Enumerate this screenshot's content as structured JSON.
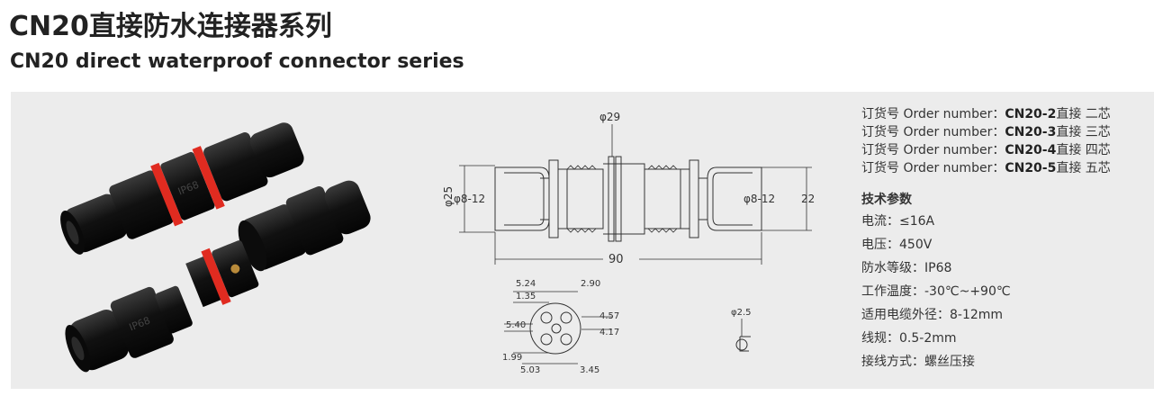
{
  "header": {
    "title_cn": "CN20直接防水连接器系列",
    "title_en": "CN20 direct waterproof connector series"
  },
  "product_photo": {
    "connector_labels": [
      "IP68",
      "IP68"
    ]
  },
  "drawing": {
    "top": {
      "dia_29": "φ29",
      "dia_25": "φ25",
      "cable_left": "φ8-12",
      "cable_right": "φ8-12",
      "height": "22",
      "length": "90"
    },
    "face": {
      "d_524": "5.24",
      "d_290": "2.90",
      "d_135": "1.35",
      "d_540": "5.40",
      "d_457": "4.57",
      "d_417": "4.17",
      "d_199": "1.99",
      "d_503": "5.03",
      "d_345": "3.45"
    },
    "pin": {
      "dia": "φ2.5"
    }
  },
  "orders": [
    {
      "prefix": "订货号 Order number：",
      "code": "CN20-2",
      "suffix": "直接 二芯"
    },
    {
      "prefix": "订货号 Order number：",
      "code": "CN20-3",
      "suffix": "直接 三芯"
    },
    {
      "prefix": "订货号 Order number：",
      "code": "CN20-4",
      "suffix": "直接 四芯"
    },
    {
      "prefix": "订货号 Order number：",
      "code": "CN20-5",
      "suffix": "直接 五芯"
    }
  ],
  "specs": {
    "title": "技术参数",
    "items": [
      "电流：≤16A",
      "电压：450V",
      "防水等级：IP68",
      "工作温度：-30℃~+90℃",
      "适用电缆外径：8-12mm",
      "线规：0.5-2mm",
      "接线方式：螺丝压接"
    ]
  },
  "colors": {
    "panel_bg": "#ececec",
    "connector_body": "#1a1a1a",
    "seal_ring": "#e02b20",
    "line": "#333333"
  }
}
